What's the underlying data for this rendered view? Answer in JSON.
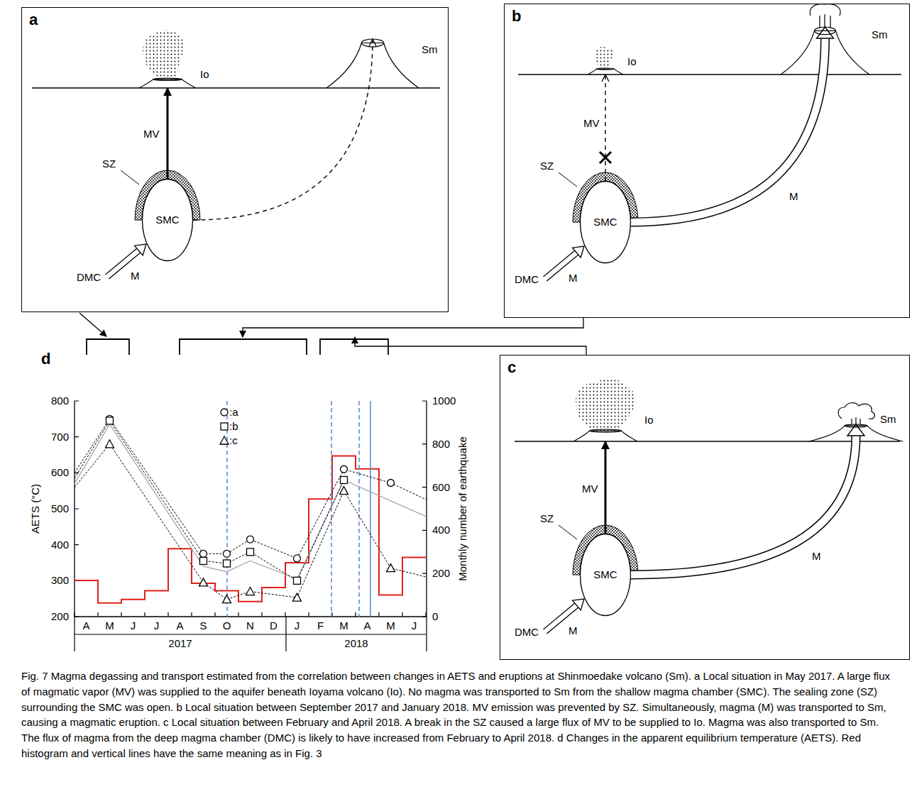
{
  "diagram": {
    "caption": "Fig. 7 Magma degassing and transport estimated from the correlation between changes in AETS and eruptions at Shinmoedake volcano (Sm). a Local situation in May 2017. A large flux of magmatic vapor (MV) was supplied to the aquifer beneath Ioyama volcano (Io). No magma was transported to Sm from the shallow magma chamber (SMC). The sealing zone (SZ) surrounding the SMC was open. b Local situation between September 2017 and January 2018. MV emission was prevented by SZ. Simultaneously, magma (M) was transported to Sm, causing a magmatic eruption. c Local situation between February and April 2018. A break in the SZ caused a large flux of MV to be supplied to Io. Magma was also transported to Sm. The flux of magma from the deep magma chamber (DMC) is likely to have increased from February to April 2018. d Changes in the apparent equilibrium temperature (AETS). Red histogram and vertical lines have the same meaning as in Fig. 3",
    "nodes": [
      {
        "text": [
          "a"
        ]
      },
      {
        "text": [
          "Io"
        ],
        "in": 0
      },
      {
        "text": [
          "Sm"
        ],
        "in": 0
      },
      {
        "text": [
          "SMC"
        ],
        "in": 0
      },
      {
        "text": [
          "b"
        ]
      },
      {
        "text": [
          "Io"
        ],
        "in": 4
      },
      {
        "text": [
          "Sm"
        ],
        "in": 4
      },
      {
        "text": [
          "SMC"
        ],
        "in": 4
      },
      {
        "text": [
          "c"
        ]
      },
      {
        "text": [
          "Io"
        ],
        "in": 8
      },
      {
        "text": [
          "Sm"
        ],
        "in": 8
      },
      {
        "text": [
          "SMC"
        ],
        "in": 8
      }
    ],
    "edges": [
      {
        "from": 3,
        "to": 1,
        "label": "MV",
        "arrow": "to"
      },
      {
        "from": 3,
        "to": 2,
        "arrow": "to"
      },
      {
        "from": 7,
        "to": 5,
        "label": "MV",
        "arrow": "to"
      },
      {
        "from": 7,
        "to": 6,
        "label": "M",
        "arrow": "to"
      },
      {
        "from": 11,
        "to": 9,
        "label": "MV",
        "arrow": "to"
      },
      {
        "from": 11,
        "to": 10,
        "label": "M",
        "arrow": "to"
      }
    ],
    "labels": [
      "SZ",
      "DMC",
      "M",
      "SZ",
      "DMC",
      "M",
      "SZ",
      "DMC",
      "M",
      "d",
      "800",
      "700",
      "600",
      "500",
      "400",
      "300",
      "200",
      "1000",
      "800",
      "600",
      "400",
      "200",
      "0",
      "A",
      "M",
      "J",
      "J",
      "A",
      "S",
      "O",
      "N",
      "D",
      "J",
      "F",
      "M",
      "A",
      "M",
      "J",
      "2017",
      "2018",
      "AETS (°C)",
      "Monthly number of earthquake"
    ],
    "legend": [
      {
        "text": ":a"
      },
      {
        "text": ":b"
      },
      {
        "text": ":c"
      }
    ]
  }
}
